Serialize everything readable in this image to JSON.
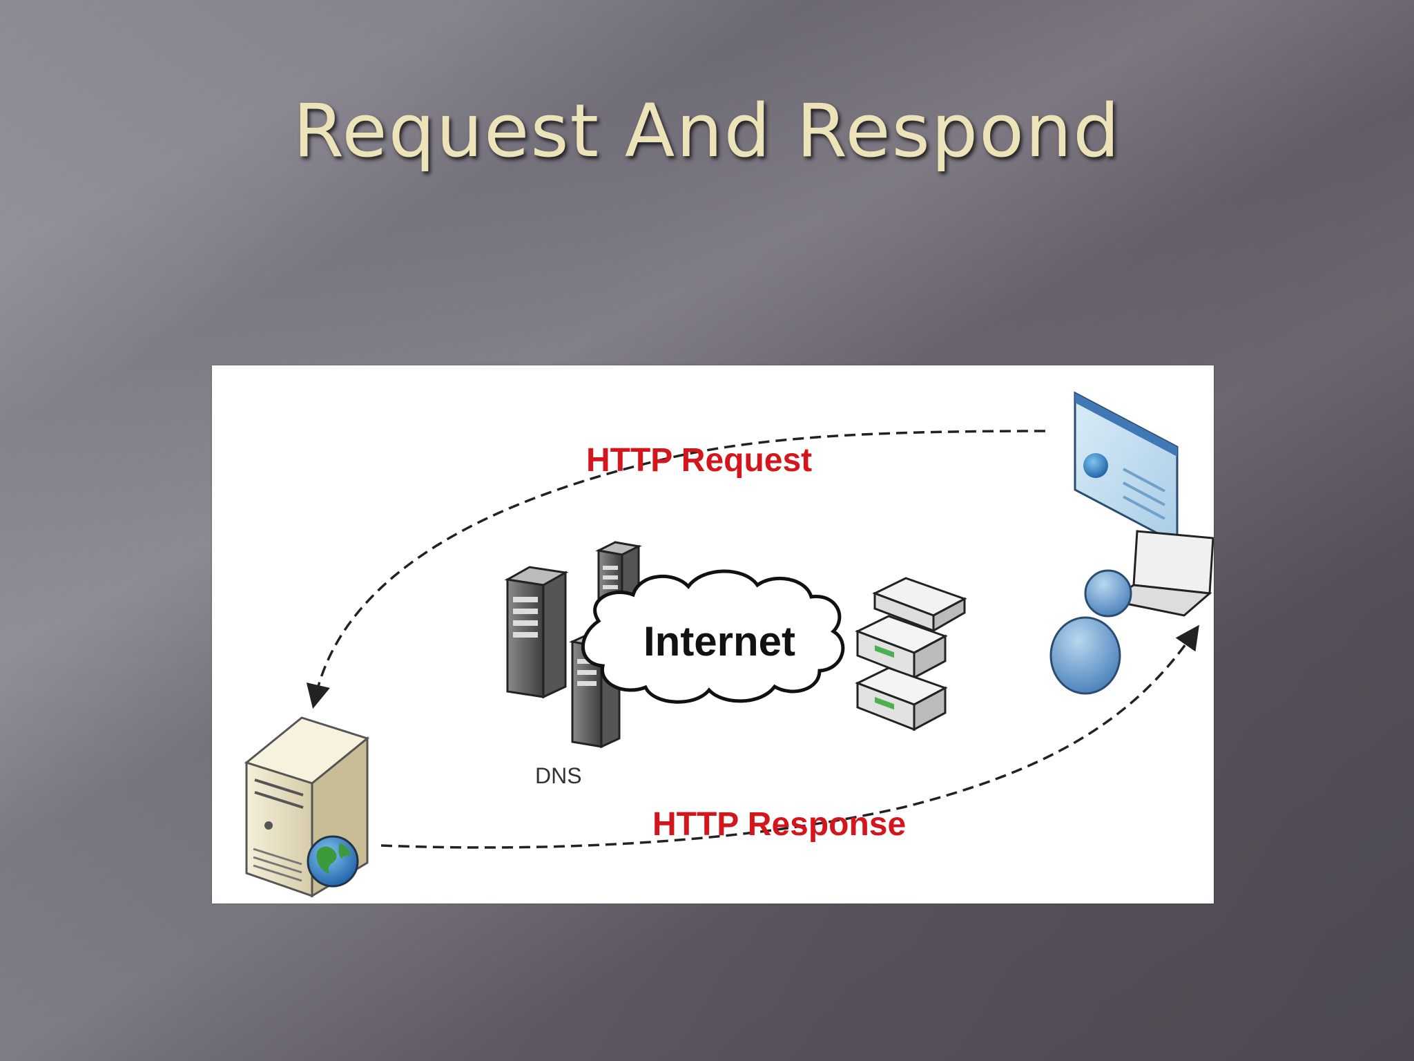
{
  "slide": {
    "title": "Request And Respond"
  },
  "diagram": {
    "request_label": "HTTP Request",
    "response_label": "HTTP Response",
    "internet_label": "Internet",
    "dns_label": "DNS",
    "colors": {
      "label_red": "#d4161c",
      "title_gold": "#ece4b8",
      "arrow": "#222222"
    },
    "icons": [
      "web-server-icon",
      "globe-icon",
      "dns-server-icon",
      "internet-cloud-icon",
      "router-icon",
      "browser-window-icon",
      "user-icon",
      "laptop-icon"
    ]
  }
}
